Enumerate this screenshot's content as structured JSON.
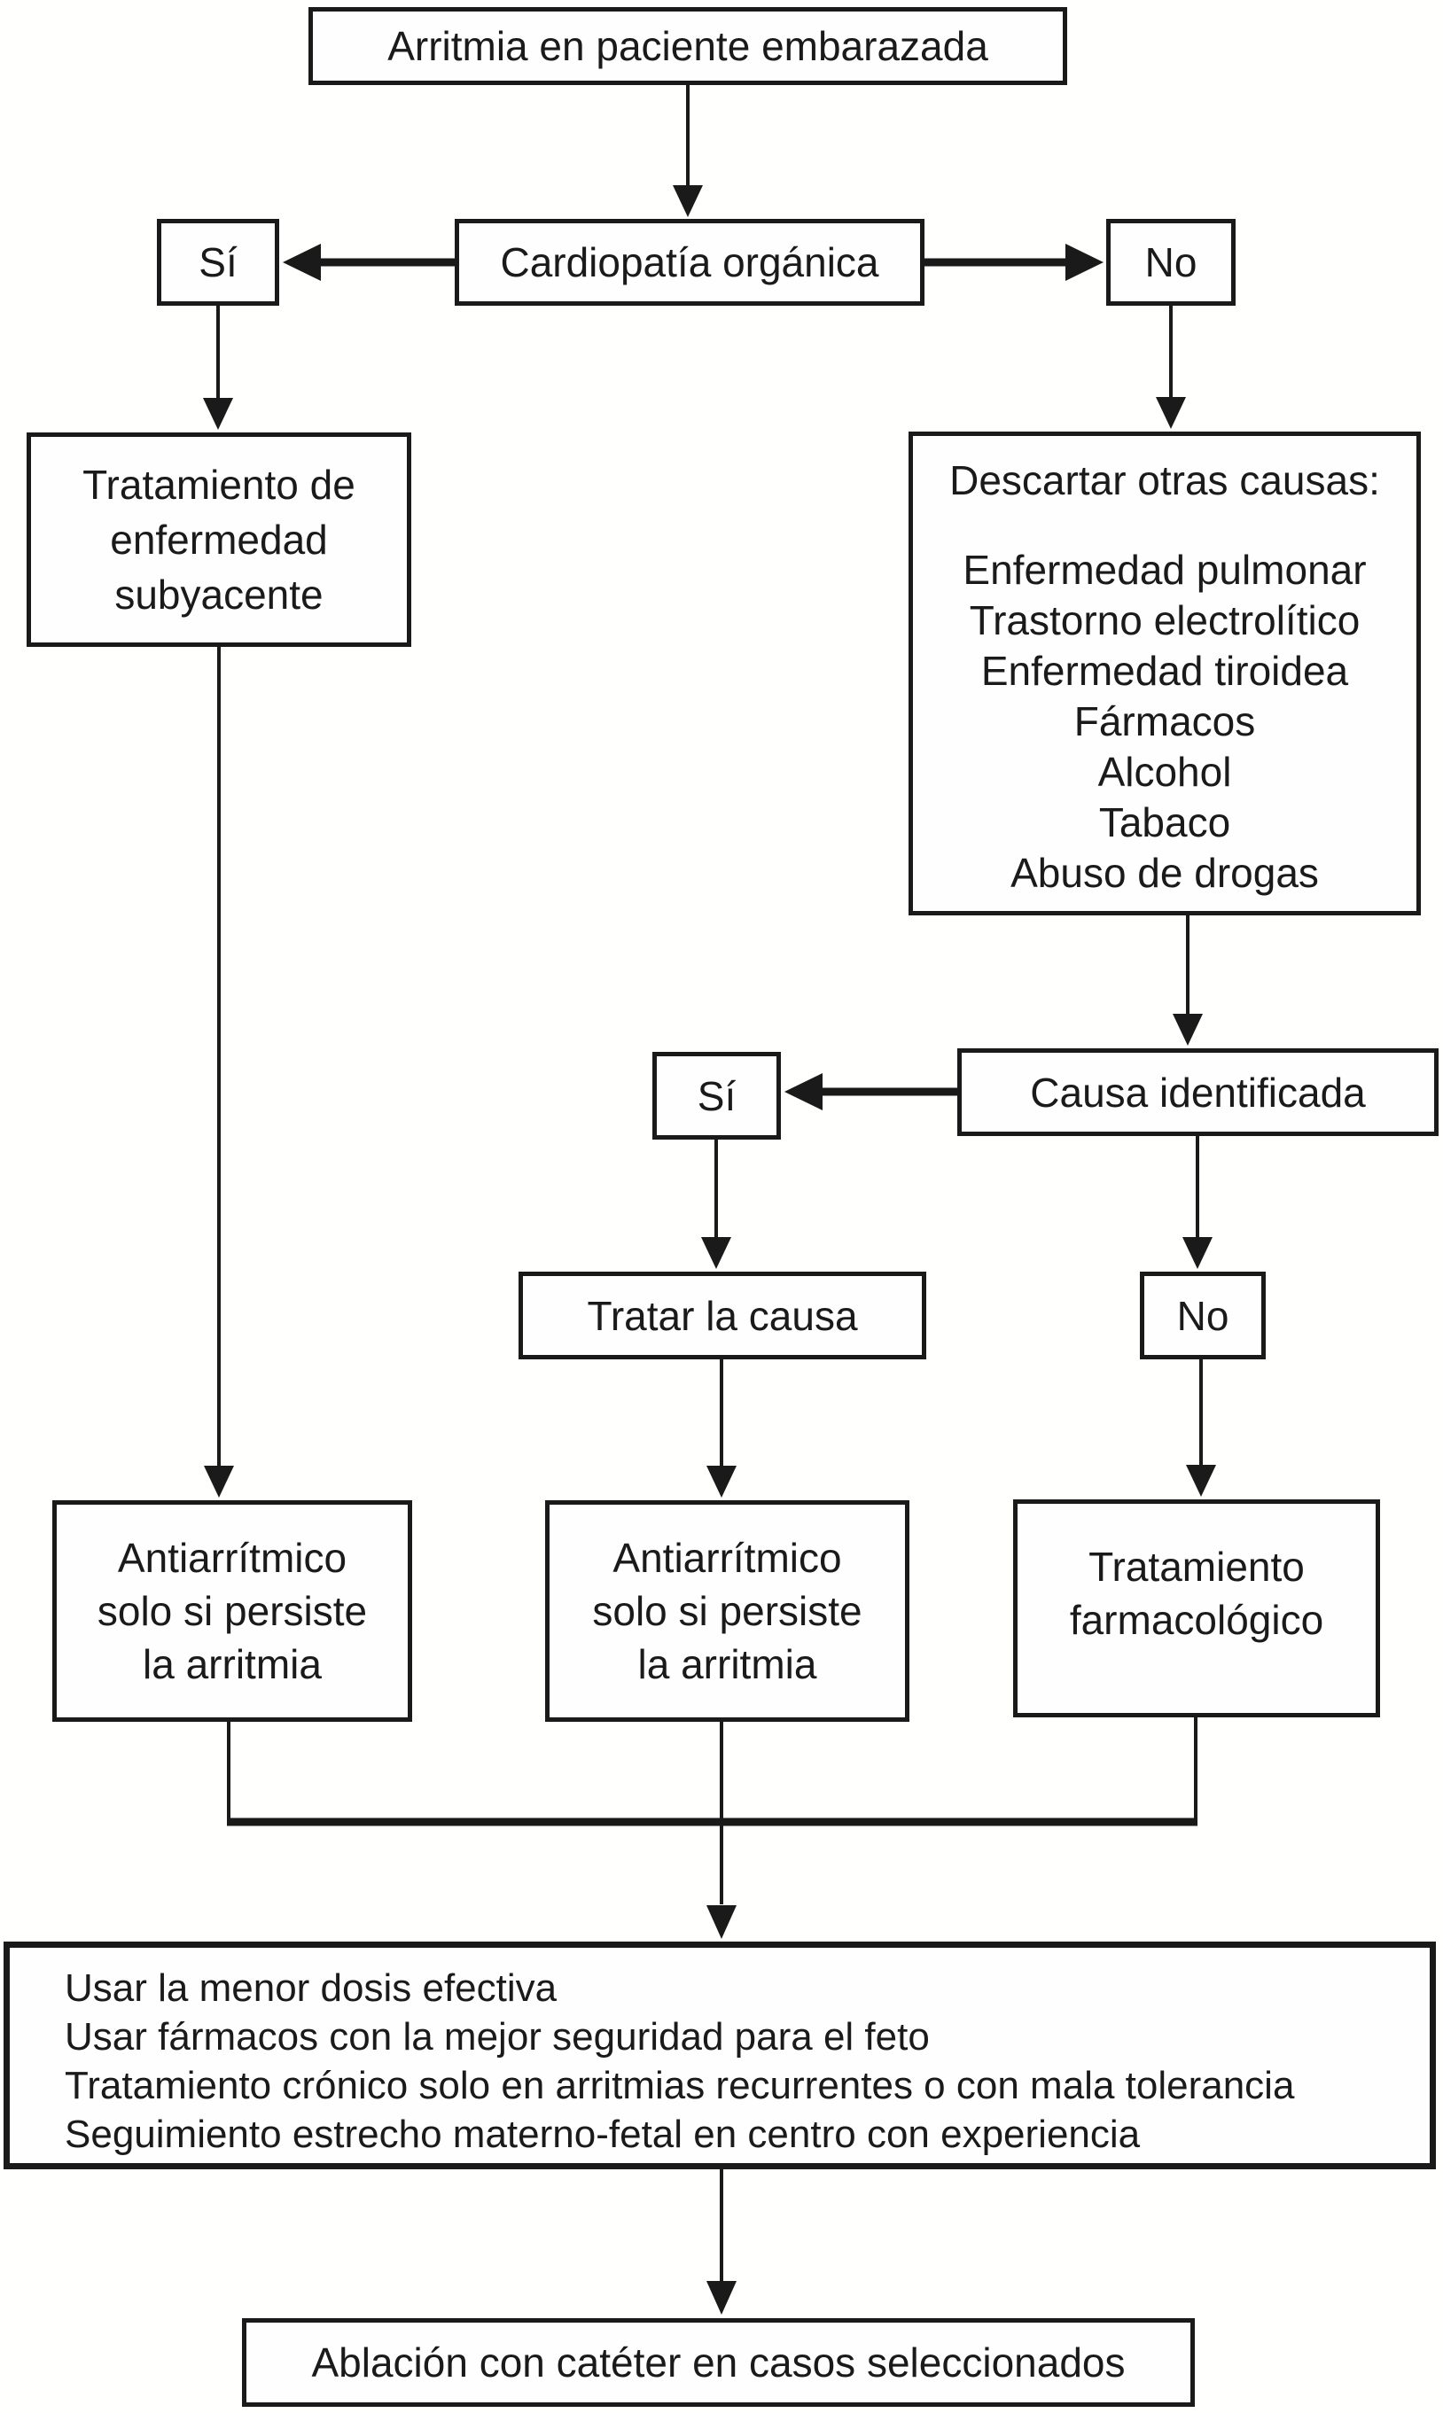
{
  "colors": {
    "ink": "#1a1a1a",
    "background": "#ffffff"
  },
  "nodes": {
    "start": {
      "label": "Arritmia en paciente embarazada"
    },
    "organic_heart_disease": {
      "label": "Cardiopatía orgánica"
    },
    "yes1": {
      "label": "Sí"
    },
    "no1": {
      "label": "No"
    },
    "underlying_treatment": {
      "label": "Tratamiento de\nenfermedad\nsubyacente"
    },
    "rule_out": {
      "heading": "Descartar otras causas:",
      "items": [
        "Enfermedad pulmonar",
        "Trastorno electrolítico",
        "Enfermedad tiroidea",
        "Fármacos",
        "Alcohol",
        "Tabaco",
        "Abuso de drogas"
      ]
    },
    "cause_identified": {
      "label": "Causa identificada"
    },
    "yes2": {
      "label": "Sí"
    },
    "treat_cause": {
      "label": "Tratar la causa"
    },
    "no2": {
      "label": "No"
    },
    "antiarrhythmic_left": {
      "label": "Antiarrítmico\nsolo si persiste\nla arritmia"
    },
    "antiarrhythmic_mid": {
      "label": "Antiarrítmico\nsolo si persiste\nla arritmia"
    },
    "pharmacological": {
      "label": "Tratamiento\nfarmacológico"
    },
    "guidelines": {
      "lines": [
        "Usar la menor dosis efectiva",
        "Usar fármacos con la mejor seguridad para el feto",
        "Tratamiento crónico solo en arritmias recurrentes o con mala tolerancia",
        "Seguimiento estrecho materno-fetal en centro con experiencia"
      ]
    },
    "ablation": {
      "label": "Ablación con catéter en casos seleccionados"
    }
  },
  "edges": [
    {
      "from": "start",
      "to": "organic_heart_disease"
    },
    {
      "from": "organic_heart_disease",
      "to": "yes1"
    },
    {
      "from": "organic_heart_disease",
      "to": "no1"
    },
    {
      "from": "yes1",
      "to": "underlying_treatment"
    },
    {
      "from": "no1",
      "to": "rule_out"
    },
    {
      "from": "rule_out",
      "to": "cause_identified"
    },
    {
      "from": "cause_identified",
      "to": "yes2"
    },
    {
      "from": "cause_identified",
      "to": "no2"
    },
    {
      "from": "yes2",
      "to": "treat_cause"
    },
    {
      "from": "underlying_treatment",
      "to": "antiarrhythmic_left"
    },
    {
      "from": "treat_cause",
      "to": "antiarrhythmic_mid"
    },
    {
      "from": "no2",
      "to": "pharmacological"
    },
    {
      "from": "antiarrhythmic_left",
      "to": "guidelines"
    },
    {
      "from": "antiarrhythmic_mid",
      "to": "guidelines"
    },
    {
      "from": "pharmacological",
      "to": "guidelines"
    },
    {
      "from": "guidelines",
      "to": "ablation"
    }
  ]
}
